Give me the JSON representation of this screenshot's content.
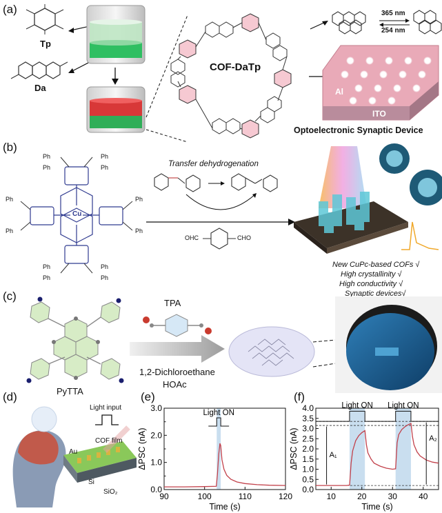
{
  "panel_a": {
    "letter": "(a)",
    "tp_label": "Tp",
    "da_label": "Da",
    "cof_label": "COF-DaTp",
    "wavelength_1": "365 nm",
    "wavelength_2": "254 nm",
    "electrode_top": "Al",
    "electrode_bottom": "ITO",
    "device_title": "Optoelectronic Synaptic Device"
  },
  "panel_b": {
    "letter": "(b)",
    "reaction_title": "Transfer dehydrogenation",
    "metal_label": "Cu",
    "reagent_left": "OHC",
    "reagent_right": "CHO",
    "ph": "Ph",
    "checklist": [
      "New CuPc-based COFs √",
      "High crystallinity √",
      "High conductivity √",
      "Synaptic devices√"
    ]
  },
  "panel_c": {
    "letter": "(c)",
    "tpa_label": "TPA",
    "solvent_1": "1,2-Dichloroethane",
    "solvent_2": "HOAc",
    "pytta_label": "PyTTA"
  },
  "panel_d": {
    "letter": "(d)",
    "light_input": "Light input",
    "cof_film": "COF film",
    "au": "Au",
    "si": "Si",
    "sio2": "SiO₂"
  },
  "charts": [
    {
      "letter": "(e)",
      "light_label": "Light ON",
      "chart_data": {
        "type": "line",
        "xlabel": "Time (s)",
        "ylabel": "ΔPSC (nA)",
        "xlim": [
          90,
          120
        ],
        "ylim": [
          0,
          3
        ],
        "xticks": [
          "90",
          "100",
          "110",
          "120"
        ],
        "yticks": [
          "0.0",
          "1.0",
          "2.0",
          "3.0"
        ],
        "yticks_minor": [
          "0.5",
          "1.5",
          "2.5"
        ],
        "light_on_interval": [
          103,
          104
        ],
        "series": [
          {
            "x": [
              90,
              95,
              100,
              102.9,
              103.2,
              103.5,
              103.8,
              104.0,
              104.3,
              104.8,
              105.5,
              106.5,
              108,
              110,
              113,
              116,
              120
            ],
            "y": [
              0.1,
              0.1,
              0.11,
              0.12,
              0.6,
              1.3,
              1.7,
              1.62,
              1.1,
              0.75,
              0.52,
              0.38,
              0.28,
              0.22,
              0.18,
              0.16,
              0.15
            ]
          }
        ]
      }
    },
    {
      "letter": "(f)",
      "light_label_1": "Light ON",
      "light_label_2": "Light ON",
      "a1": "A₁",
      "a2": "A₂",
      "chart_data": {
        "type": "line",
        "xlabel": "Time (s)",
        "ylabel": "ΔPSC (nA)",
        "xlim": [
          5,
          45
        ],
        "ylim": [
          0,
          4
        ],
        "xticks": [
          "10",
          "20",
          "30",
          "40"
        ],
        "yticks": [
          "0.0",
          "0.5",
          "1.0",
          "1.5",
          "2.0",
          "2.5",
          "3.0",
          "3.5",
          "4.0"
        ],
        "light_on_intervals": [
          [
            16,
            21
          ],
          [
            31,
            36
          ]
        ],
        "reference_lines": [
          0.2,
          3.15,
          3.35
        ],
        "series": [
          {
            "x": [
              5,
              10,
              15,
              16,
              16.5,
              17,
              18,
              19,
              20,
              21,
              21.5,
              22,
              23,
              24,
              26,
              28,
              30,
              31,
              31.5,
              32,
              33,
              34,
              35,
              36,
              36.5,
              37,
              38,
              39,
              41,
              43,
              45
            ],
            "y": [
              0.2,
              0.2,
              0.2,
              0.22,
              1.3,
              1.9,
              2.4,
              2.65,
              2.8,
              2.9,
              2.2,
              1.8,
              1.5,
              1.3,
              1.15,
              1.05,
              1.0,
              1.02,
              2.3,
              2.7,
              2.95,
              3.08,
              3.18,
              3.25,
              2.6,
              2.2,
              1.85,
              1.65,
              1.45,
              1.35,
              1.3
            ]
          }
        ]
      }
    }
  ],
  "colors": {
    "curve": "#c2404a",
    "light_band": "#b7d3ea",
    "cof_red": "#d33a3a",
    "cof_green": "#3fbf6a",
    "pc_blue": "#2f3a8f",
    "pink_ring": "#f2a7b7"
  }
}
